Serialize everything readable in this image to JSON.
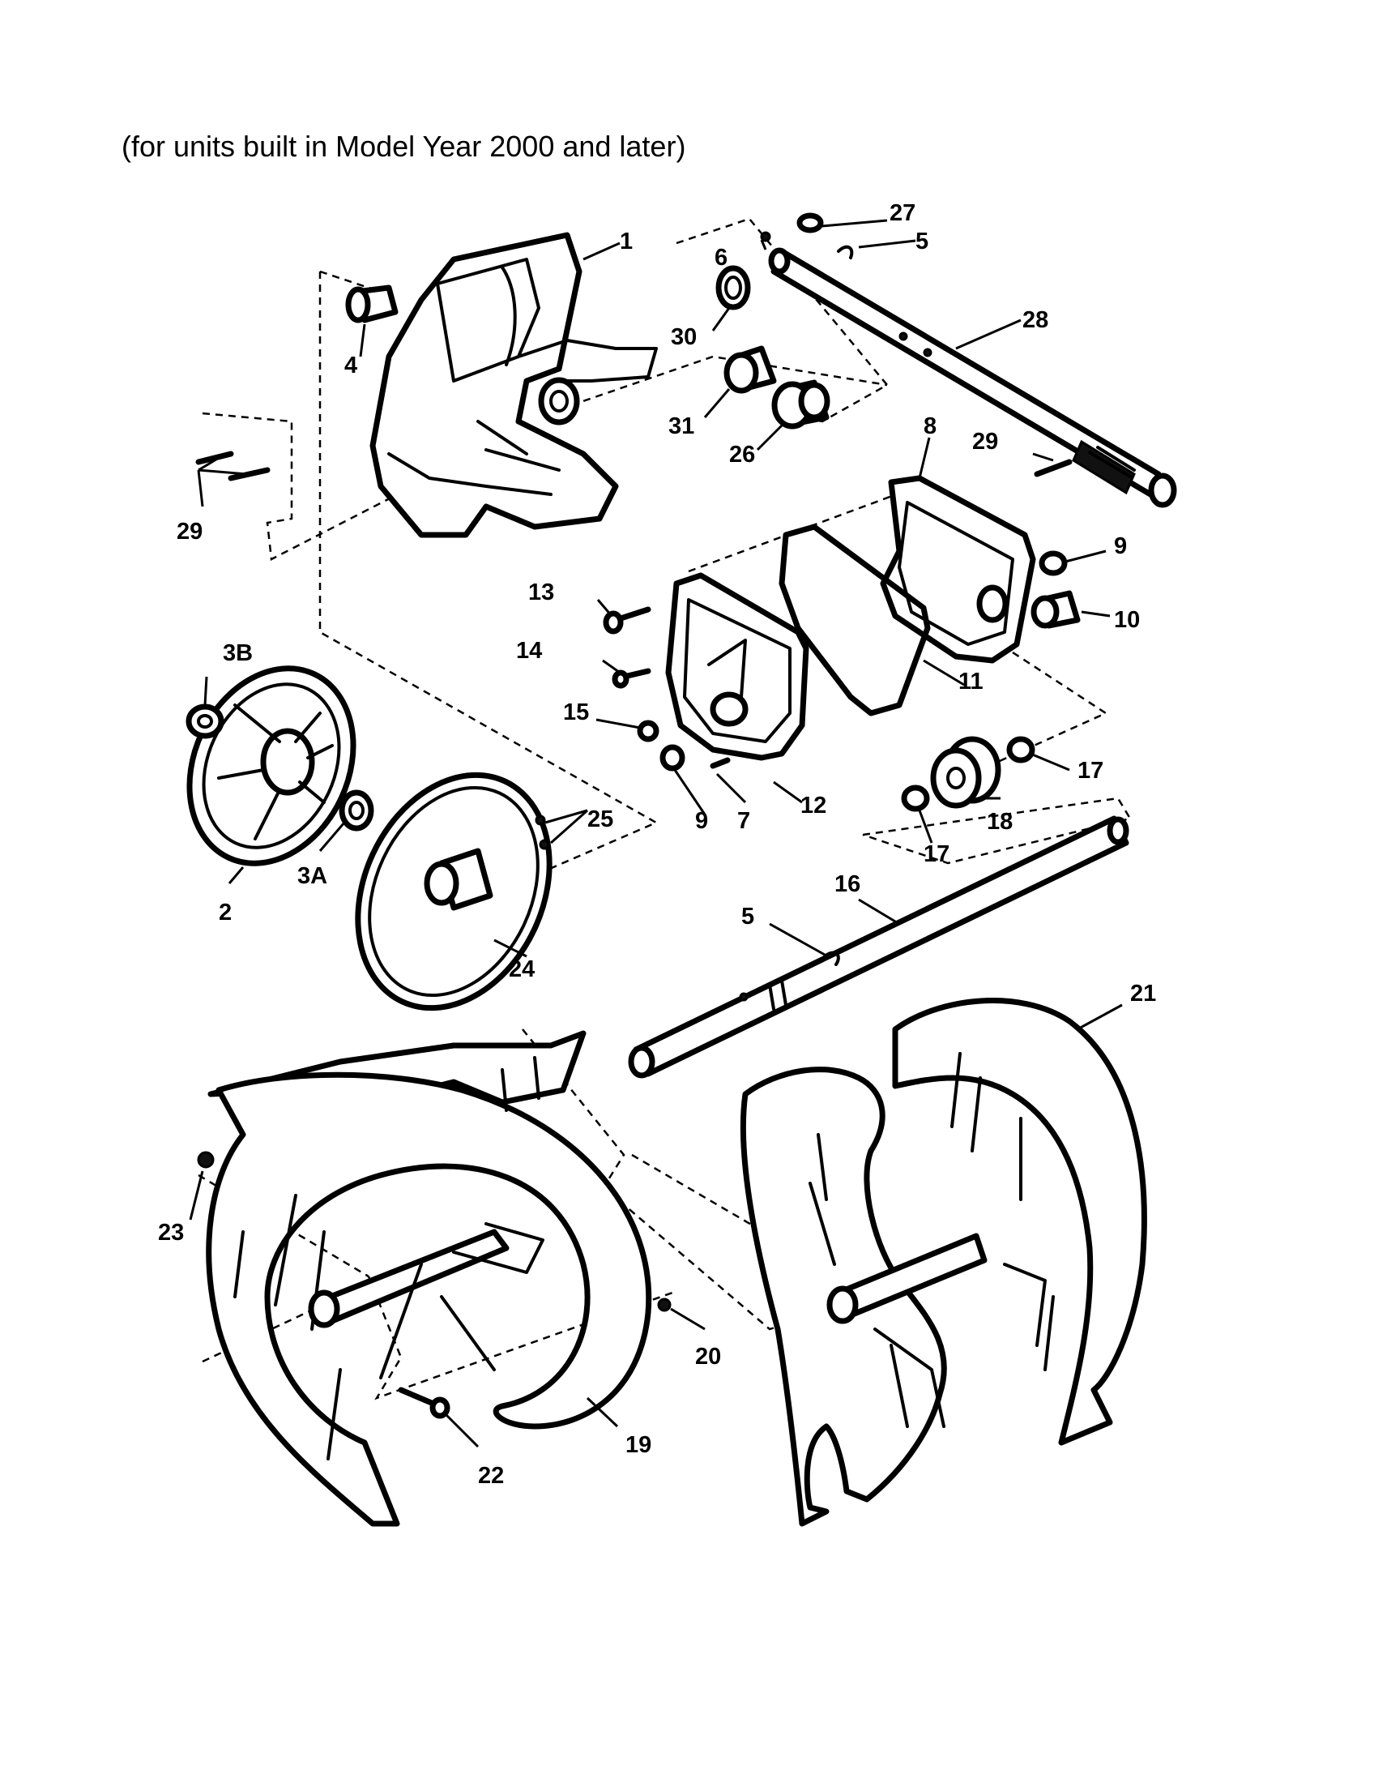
{
  "title": "(for units built in Model Year 2000 and later)",
  "callouts": {
    "c1": "1",
    "c2": "2",
    "c3A": "3A",
    "c3B": "3B",
    "c4": "4",
    "c5a": "5",
    "c5b": "5",
    "c6": "6",
    "c7": "7",
    "c8": "8",
    "c9a": "9",
    "c9b": "9",
    "c10": "10",
    "c11": "11",
    "c12": "12",
    "c13": "13",
    "c14": "14",
    "c15": "15",
    "c16": "16",
    "c17a": "17",
    "c17b": "17",
    "c18": "18",
    "c19": "19",
    "c20": "20",
    "c21": "21",
    "c22": "22",
    "c23": "23",
    "c24": "24",
    "c25": "25",
    "c26": "26",
    "c27": "27",
    "c28": "28",
    "c29a": "29",
    "c29b": "29",
    "c30": "30",
    "c31": "31"
  }
}
